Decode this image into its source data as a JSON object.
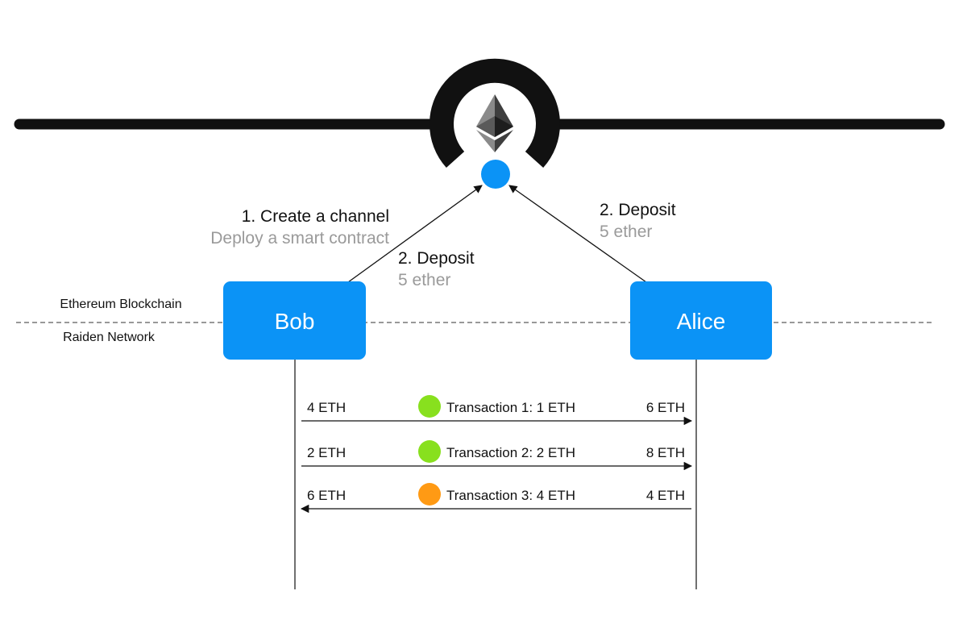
{
  "blockchain_label": "Ethereum Blockchain",
  "network_label": "Raiden Network",
  "nodes": {
    "bob": "Bob",
    "alice": "Alice"
  },
  "steps": {
    "create": {
      "title": "1. Create a channel",
      "subtitle": "Deploy a smart contract"
    },
    "bob_deposit": {
      "title": "2. Deposit",
      "subtitle": "5 ether"
    },
    "alice_deposit": {
      "title": "2. Deposit",
      "subtitle": "5 ether"
    }
  },
  "transactions": [
    {
      "label": "Transaction 1:  1 ETH",
      "bob_balance": "4 ETH",
      "alice_balance": "6 ETH",
      "direction": "to-alice",
      "status_color": "#88e01e"
    },
    {
      "label": "Transaction 2:  2 ETH",
      "bob_balance": "2 ETH",
      "alice_balance": "8 ETH",
      "direction": "to-alice",
      "status_color": "#88e01e"
    },
    {
      "label": "Transaction 3:  4 ETH",
      "bob_balance": "6 ETH",
      "alice_balance": "4 ETH",
      "direction": "to-bob",
      "status_color": "#ff9a14"
    }
  ],
  "colors": {
    "node": "#0b93f6",
    "contract_dot": "#0b93f6",
    "chain": "#111111",
    "secondary_text": "#9a9a9a"
  }
}
